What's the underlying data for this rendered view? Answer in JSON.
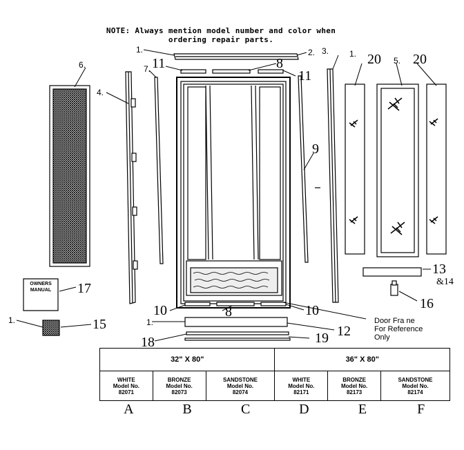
{
  "note": {
    "line1": "NOTE: Always mention model number and color when",
    "line2": "ordering repair parts."
  },
  "callouts": {
    "c1a": "1.",
    "c2": "2.",
    "c3": "3.",
    "c1b": "1.",
    "c20a": "20",
    "c5": "5.",
    "c20b": "20",
    "c6": "6.",
    "c7": "7.",
    "c11a": "11",
    "c8a": "8",
    "c11b": "11",
    "c4": "4.",
    "c9": "9",
    "c13": "13",
    "c14": "&14",
    "c17": "17",
    "c16": "16",
    "c15": "15",
    "c1c": "1.",
    "c10a": "10",
    "c8b": "8",
    "c10b": "10",
    "c1d": "1.",
    "c12": "12",
    "c18": "18",
    "c19": "19"
  },
  "owners_manual": {
    "line1": "OWNERS",
    "line2": "MANUAL"
  },
  "door_frame_note": {
    "line1": "Door Fra ne",
    "line2": "For Reference",
    "line3": "Only"
  },
  "table": {
    "sizes": [
      "32\" X 80\"",
      "36\" X 80\""
    ],
    "models": [
      {
        "color": "WHITE",
        "label": "Model No.",
        "number": "82071",
        "letter": "A"
      },
      {
        "color": "BRONZE",
        "label": "Model No.",
        "number": "82073",
        "letter": "B"
      },
      {
        "color": "SANDSTONE",
        "label": "Model No.",
        "number": "82074",
        "letter": "C"
      },
      {
        "color": "WHITE",
        "label": "Model No.",
        "number": "82171",
        "letter": "D"
      },
      {
        "color": "BRONZE",
        "label": "Model No.",
        "number": "82173",
        "letter": "E"
      },
      {
        "color": "SANDSTONE",
        "label": "Model No.",
        "number": "82174",
        "letter": "F"
      }
    ]
  }
}
